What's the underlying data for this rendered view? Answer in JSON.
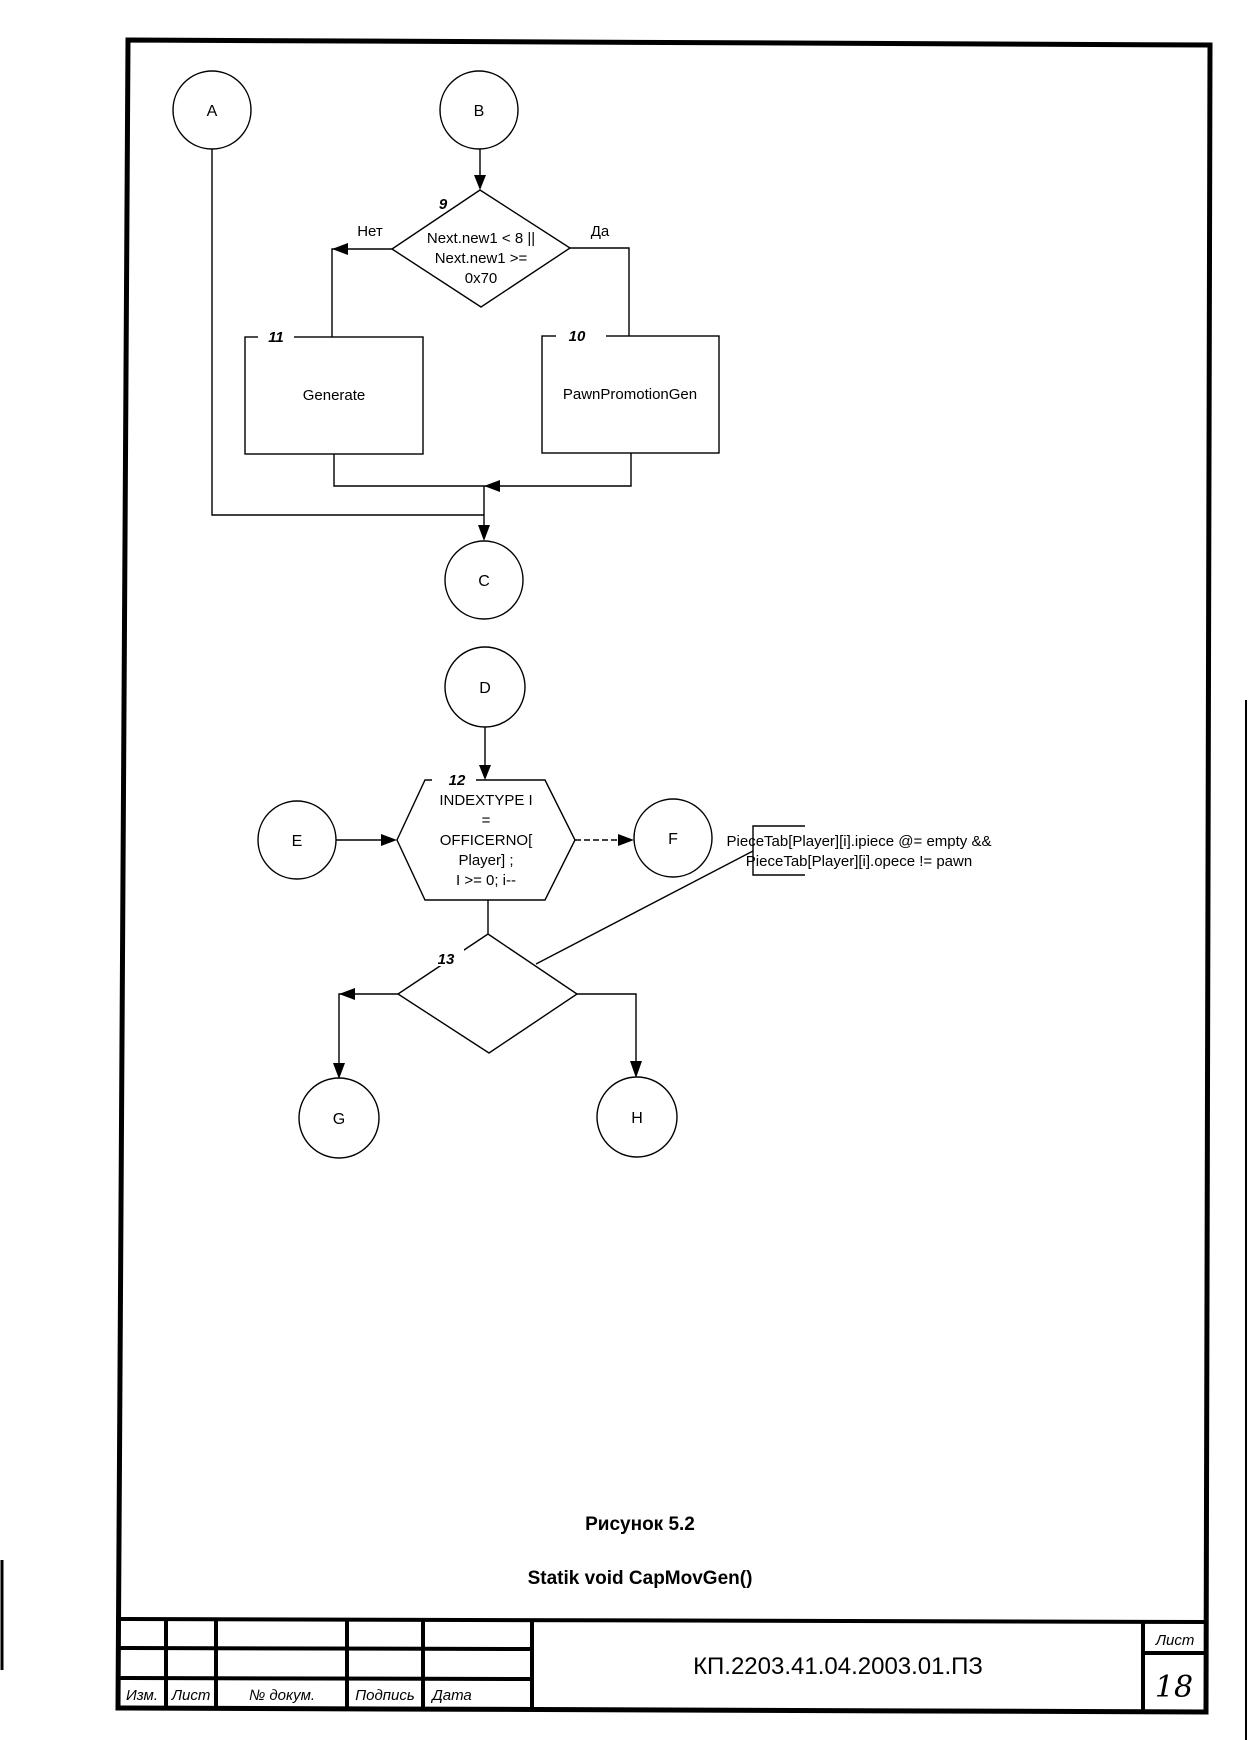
{
  "connectors": {
    "a": "A",
    "b": "B",
    "c": "C",
    "d": "D",
    "e": "E",
    "f": "F",
    "g": "G",
    "h": "H"
  },
  "blocks": {
    "decision_9": {
      "number": "9",
      "lines": [
        "Next.new1 < 8 ||",
        "Next.new1 >=",
        "0x70"
      ],
      "no_label": "Нет",
      "yes_label": "Да"
    },
    "process_10": {
      "number": "10",
      "label": "PawnPromotionGen"
    },
    "process_11": {
      "number": "11",
      "label": "Generate"
    },
    "loop_12": {
      "number": "12",
      "lines": [
        "INDEXTYPE I",
        "=",
        "OFFICERNO[",
        "Player] ;",
        "I >= 0; i--"
      ]
    },
    "decision_13": {
      "number": "13"
    }
  },
  "comment": {
    "lines": [
      "PieceTab[Player][i].ipiece @= empty &&",
      "PieceTab[Player][i].opece != pawn"
    ]
  },
  "caption": {
    "figure": "Рисунок 5.2",
    "title": "Statik void CapMovGen()"
  },
  "title_block": {
    "headers": [
      "Изм.",
      "Лист",
      "№ докум.",
      "Подпись",
      "Дата"
    ],
    "document_code": "КП.2203.41.04.2003.01.ПЗ",
    "sheet_label": "Лист",
    "sheet_number": "18"
  }
}
